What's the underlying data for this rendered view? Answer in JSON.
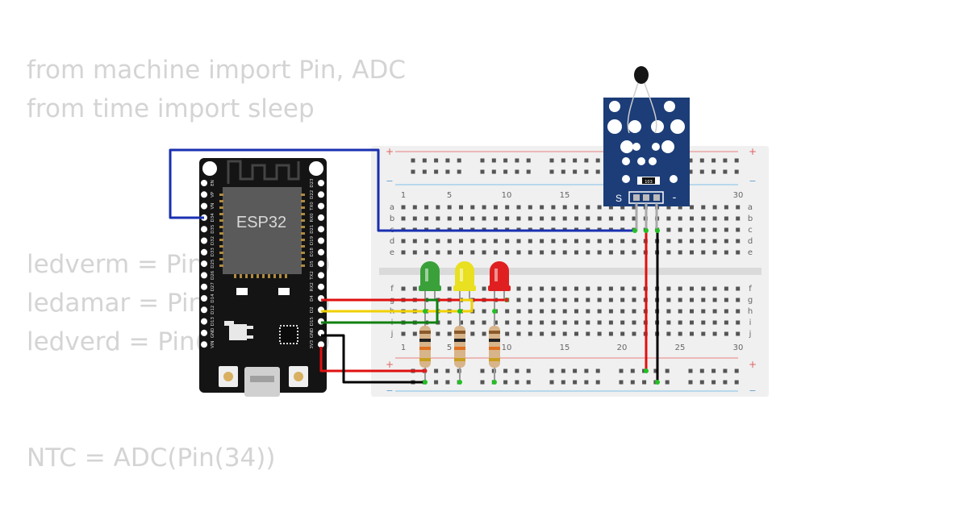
{
  "code": {
    "line1": "from machine import Pin, ADC",
    "line2": "from time import sleep",
    "line3": "ledverm = Pin(",
    "line3_end": ")",
    "line4": "ledamar = Pin(",
    "line4_end": ")",
    "line5": "ledverd = Pin(1",
    "line5_end": ")",
    "line6": "NTC = ADC(Pin(34))"
  },
  "esp32": {
    "label": "ESP32",
    "left_pins": [
      "EN",
      "VP",
      "VN",
      "D34",
      "D35",
      "D32",
      "D33",
      "D25",
      "D26",
      "D27",
      "D14",
      "D12",
      "D13",
      "GND",
      "VIN"
    ],
    "right_pins": [
      "D23",
      "D22",
      "TX0",
      "RX0",
      "D21",
      "D19",
      "D18",
      "D5",
      "TX2",
      "RX2",
      "D4",
      "D2",
      "D15",
      "GND",
      "3V3"
    ]
  },
  "breadboard": {
    "column_numbers": [
      "1",
      "5",
      "10",
      "15",
      "20",
      "25",
      "30"
    ],
    "row_letters_top": [
      "a",
      "b",
      "c",
      "d",
      "e"
    ],
    "row_letters_bottom": [
      "f",
      "g",
      "h",
      "i",
      "j"
    ],
    "plus": "+",
    "minus": "−"
  },
  "sensor": {
    "signal_label": "S",
    "minus_label": "-",
    "resistor_code": "103"
  },
  "leds": [
    {
      "name": "green",
      "color": "#3aa03a"
    },
    {
      "name": "yellow",
      "color": "#e8e020"
    },
    {
      "name": "red",
      "color": "#e02020"
    }
  ],
  "wire_colors": {
    "blue": "#1a2fb0",
    "red": "#e01010",
    "yellow": "#f0d000",
    "green": "#108010",
    "black": "#000000"
  }
}
